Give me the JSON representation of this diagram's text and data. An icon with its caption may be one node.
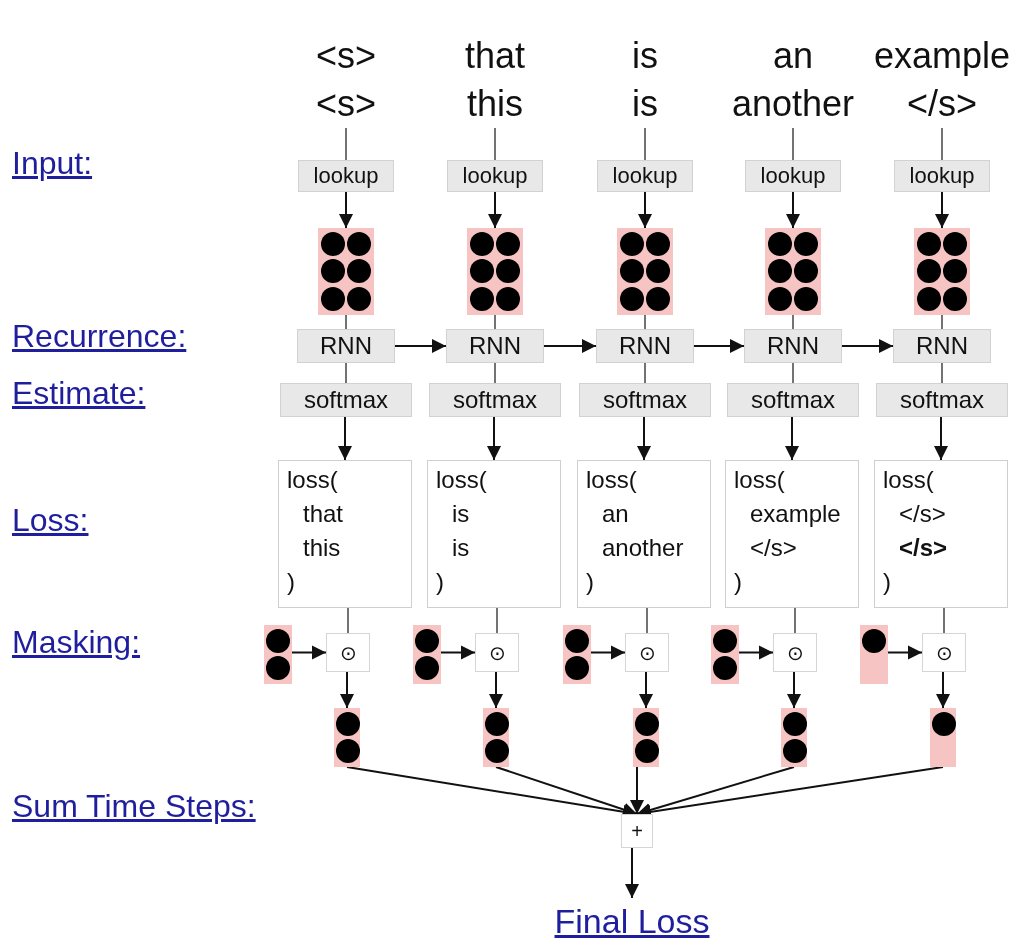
{
  "diagram": {
    "nodes": [
      {
        "text": [
          "<s>",
          "<s>"
        ]
      },
      {
        "text": [
          "that",
          "this"
        ]
      },
      {
        "text": [
          "is",
          "is"
        ]
      },
      {
        "text": [
          "an",
          "another"
        ]
      },
      {
        "text": [
          "example",
          "</s>"
        ]
      },
      {
        "text": [
          "lookup"
        ]
      },
      {
        "text": [
          "lookup"
        ]
      },
      {
        "text": [
          "lookup"
        ]
      },
      {
        "text": [
          "lookup"
        ]
      },
      {
        "text": [
          "lookup"
        ]
      },
      {
        "text": [],
        "shape": "box"
      },
      {
        "text": [],
        "shape": "box"
      },
      {
        "text": [],
        "shape": "box"
      },
      {
        "text": [],
        "shape": "box"
      },
      {
        "text": [],
        "shape": "box"
      },
      {
        "text": [
          "RNN"
        ]
      },
      {
        "text": [
          "RNN"
        ]
      },
      {
        "text": [
          "RNN"
        ]
      },
      {
        "text": [
          "RNN"
        ]
      },
      {
        "text": [
          "RNN"
        ]
      },
      {
        "text": [
          "softmax"
        ]
      },
      {
        "text": [
          "softmax"
        ]
      },
      {
        "text": [
          "softmax"
        ]
      },
      {
        "text": [
          "softmax"
        ]
      },
      {
        "text": [
          "softmax"
        ]
      },
      {
        "text": [
          "loss(",
          "that",
          "this",
          ")"
        ]
      },
      {
        "text": [
          "loss(",
          "is",
          "is",
          ")"
        ]
      },
      {
        "text": [
          "loss(",
          "an",
          "another",
          ")"
        ]
      },
      {
        "text": [
          "loss(",
          "example",
          "</s>",
          ")"
        ]
      },
      {
        "text": [
          "loss(",
          "</s>",
          "**</s>**",
          ")"
        ]
      },
      {
        "text": [],
        "shape": "box"
      },
      {
        "text": [],
        "shape": "box"
      },
      {
        "text": [],
        "shape": "box"
      },
      {
        "text": [],
        "shape": "box"
      },
      {
        "text": [],
        "shape": "box"
      },
      {
        "text": [
          "⊙"
        ]
      },
      {
        "text": [
          "⊙"
        ]
      },
      {
        "text": [
          "⊙"
        ]
      },
      {
        "text": [
          "⊙"
        ]
      },
      {
        "text": [
          "⊙"
        ]
      },
      {
        "text": [],
        "shape": "box"
      },
      {
        "text": [],
        "shape": "box"
      },
      {
        "text": [],
        "shape": "box"
      },
      {
        "text": [],
        "shape": "box"
      },
      {
        "text": [],
        "shape": "box"
      },
      {
        "text": [
          "+"
        ]
      },
      {
        "text": [
          "Final Loss"
        ]
      }
    ],
    "edges": [
      {
        "from": 0,
        "to": 5,
        "arrow": "none"
      },
      {
        "from": 1,
        "to": 6,
        "arrow": "none"
      },
      {
        "from": 2,
        "to": 7,
        "arrow": "none"
      },
      {
        "from": 3,
        "to": 8,
        "arrow": "none"
      },
      {
        "from": 4,
        "to": 9,
        "arrow": "none"
      },
      {
        "from": 5,
        "to": 10,
        "arrow": "to"
      },
      {
        "from": 6,
        "to": 11,
        "arrow": "to"
      },
      {
        "from": 7,
        "to": 12,
        "arrow": "to"
      },
      {
        "from": 8,
        "to": 13,
        "arrow": "to"
      },
      {
        "from": 9,
        "to": 14,
        "arrow": "to"
      },
      {
        "from": 10,
        "to": 15,
        "arrow": "none"
      },
      {
        "from": 11,
        "to": 16,
        "arrow": "none"
      },
      {
        "from": 12,
        "to": 17,
        "arrow": "none"
      },
      {
        "from": 13,
        "to": 18,
        "arrow": "none"
      },
      {
        "from": 14,
        "to": 19,
        "arrow": "none"
      },
      {
        "from": 15,
        "to": 16,
        "arrow": "to"
      },
      {
        "from": 16,
        "to": 17,
        "arrow": "to"
      },
      {
        "from": 17,
        "to": 18,
        "arrow": "to"
      },
      {
        "from": 18,
        "to": 19,
        "arrow": "to"
      },
      {
        "from": 15,
        "to": 20,
        "arrow": "none"
      },
      {
        "from": 16,
        "to": 21,
        "arrow": "none"
      },
      {
        "from": 17,
        "to": 22,
        "arrow": "none"
      },
      {
        "from": 18,
        "to": 23,
        "arrow": "none"
      },
      {
        "from": 19,
        "to": 24,
        "arrow": "none"
      },
      {
        "from": 20,
        "to": 25,
        "arrow": "to"
      },
      {
        "from": 21,
        "to": 26,
        "arrow": "to"
      },
      {
        "from": 22,
        "to": 27,
        "arrow": "to"
      },
      {
        "from": 23,
        "to": 28,
        "arrow": "to"
      },
      {
        "from": 24,
        "to": 29,
        "arrow": "to"
      },
      {
        "from": 25,
        "to": 35,
        "arrow": "none"
      },
      {
        "from": 26,
        "to": 36,
        "arrow": "none"
      },
      {
        "from": 27,
        "to": 37,
        "arrow": "none"
      },
      {
        "from": 28,
        "to": 38,
        "arrow": "none"
      },
      {
        "from": 29,
        "to": 39,
        "arrow": "none"
      },
      {
        "from": 30,
        "to": 35,
        "arrow": "to"
      },
      {
        "from": 31,
        "to": 36,
        "arrow": "to"
      },
      {
        "from": 32,
        "to": 37,
        "arrow": "to"
      },
      {
        "from": 33,
        "to": 38,
        "arrow": "to"
      },
      {
        "from": 34,
        "to": 39,
        "arrow": "to"
      },
      {
        "from": 35,
        "to": 40,
        "arrow": "to"
      },
      {
        "from": 36,
        "to": 41,
        "arrow": "to"
      },
      {
        "from": 37,
        "to": 42,
        "arrow": "to"
      },
      {
        "from": 38,
        "to": 43,
        "arrow": "to"
      },
      {
        "from": 39,
        "to": 44,
        "arrow": "to"
      },
      {
        "from": 40,
        "to": 45,
        "arrow": "to"
      },
      {
        "from": 41,
        "to": 45,
        "arrow": "to"
      },
      {
        "from": 42,
        "to": 45,
        "arrow": "to"
      },
      {
        "from": 43,
        "to": 45,
        "arrow": "to"
      },
      {
        "from": 44,
        "to": 45,
        "arrow": "to"
      },
      {
        "from": 45,
        "to": 46,
        "arrow": "to"
      }
    ],
    "labels": [
      "Input:",
      "Recurrence:",
      "Estimate:",
      "Loss:",
      "Masking:",
      "Sum Time Steps:"
    ]
  }
}
